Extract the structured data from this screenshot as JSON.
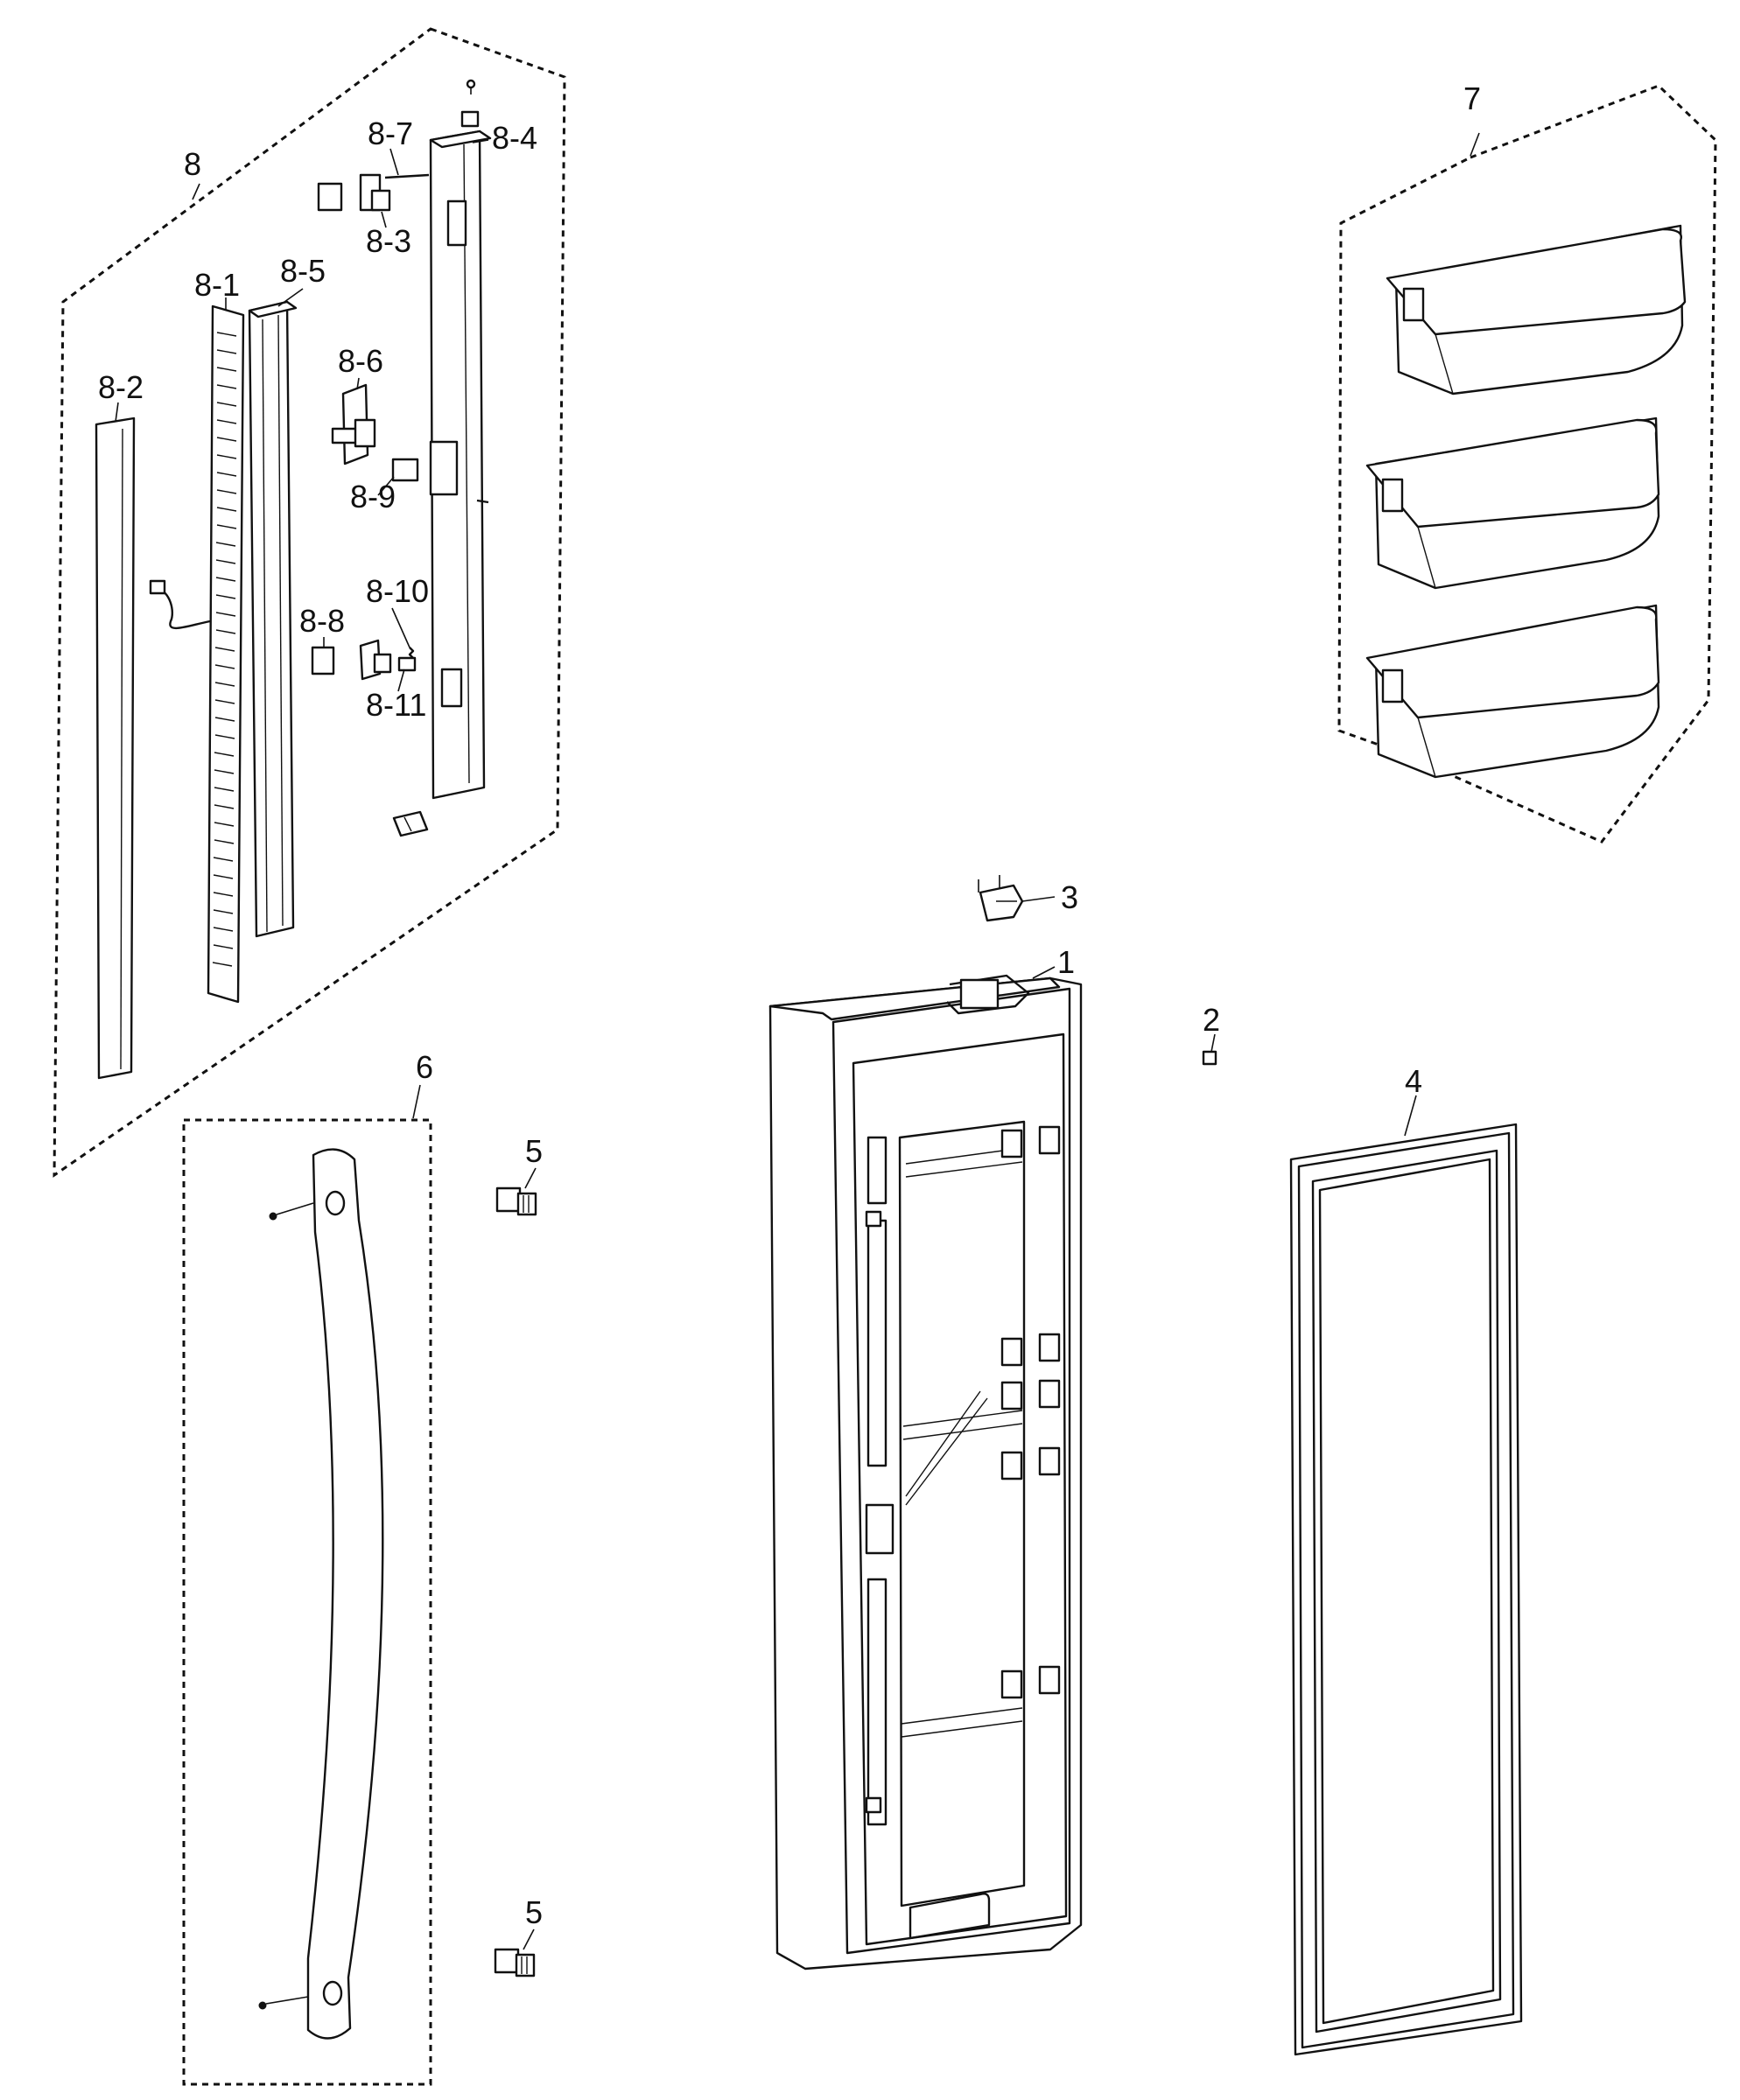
{
  "callouts": {
    "c1": "1",
    "c2": "2",
    "c3": "3",
    "c4": "4",
    "c5a": "5",
    "c5b": "5",
    "c6": "6",
    "c7": "7",
    "c8": "8",
    "c8_1": "8-1",
    "c8_2": "8-2",
    "c8_3": "8-3",
    "c8_4": "8-4",
    "c8_5": "8-5",
    "c8_6": "8-6",
    "c8_7": "8-7",
    "c8_8": "8-8",
    "c8_9": "8-9",
    "c8_10": "8-10",
    "c8_11": "8-11"
  }
}
